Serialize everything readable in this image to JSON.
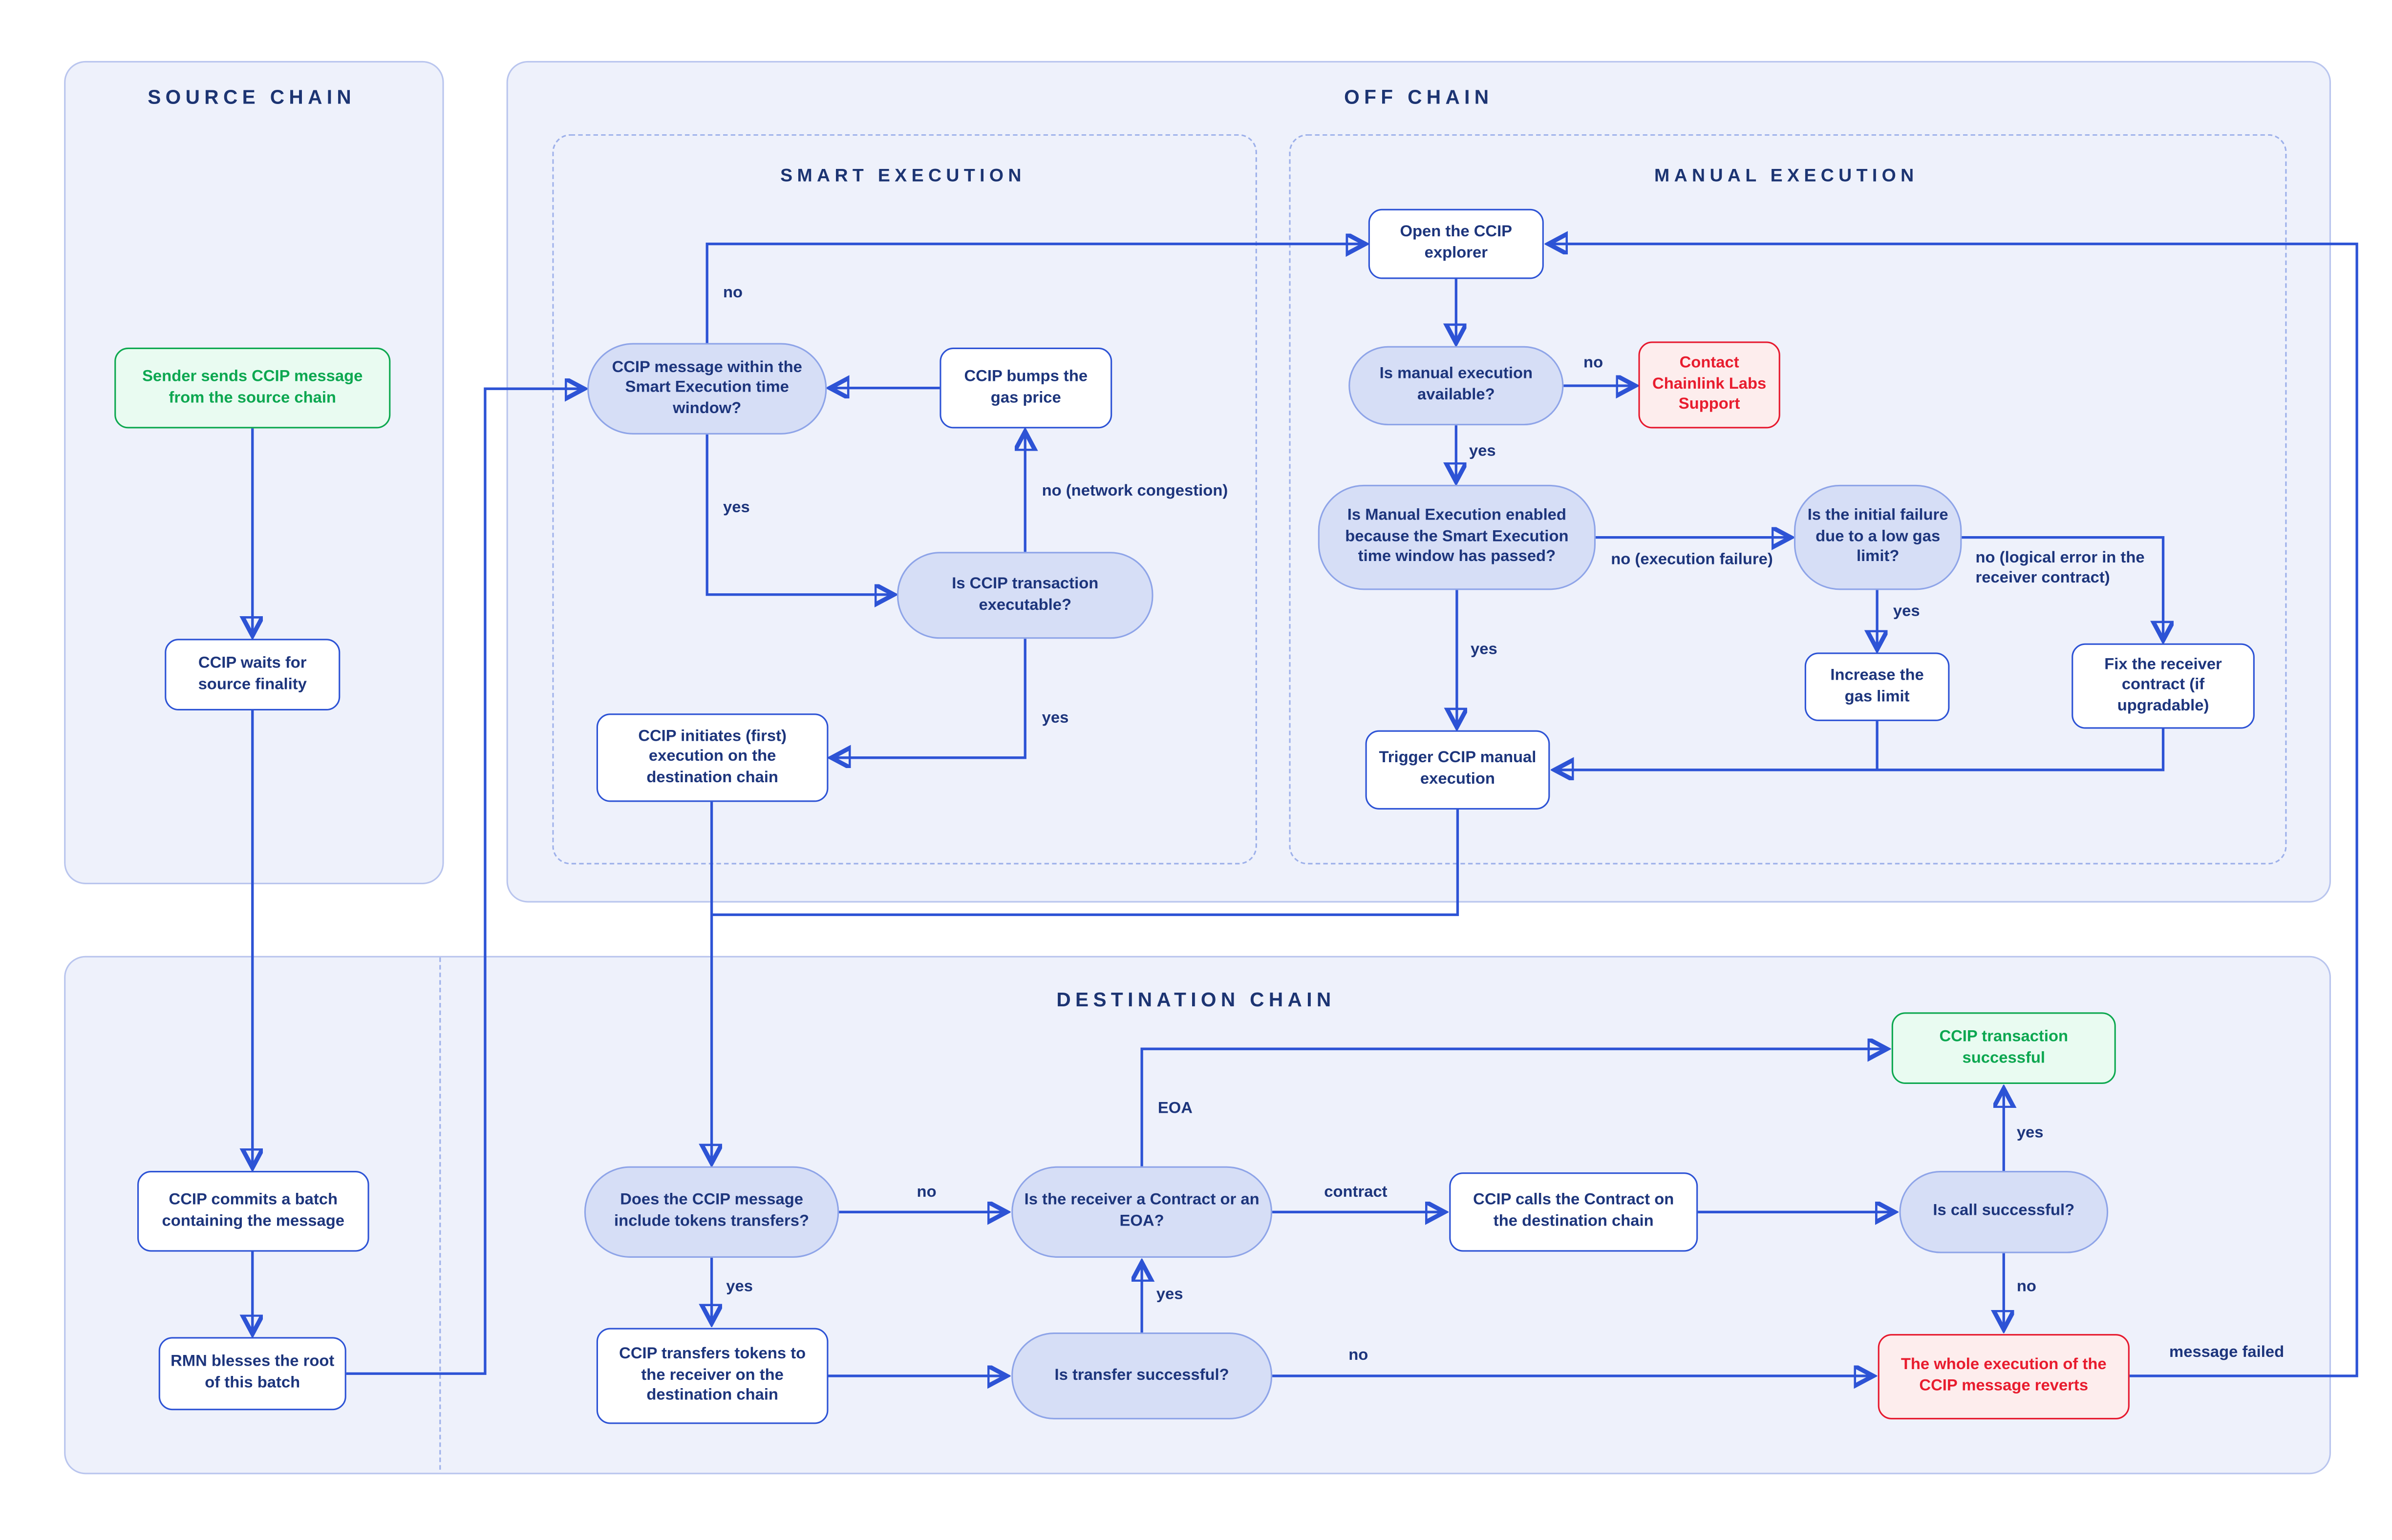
{
  "panels": {
    "source": "SOURCE CHAIN",
    "off": "OFF CHAIN",
    "smart": "SMART EXECUTION",
    "manual": "MANUAL EXECUTION",
    "destination": "DESTINATION CHAIN"
  },
  "nodes": {
    "sender": "Sender sends CCIP message from the source chain",
    "waits": "CCIP waits for source finality",
    "commits": "CCIP commits a batch containing the message",
    "rmn": "RMN blesses the root of this batch",
    "smart_window": "CCIP message within the Smart Execution time window?",
    "bumps": "CCIP bumps the gas price",
    "executable": "Is CCIP transaction executable?",
    "initiates": "CCIP initiates (first) execution on the destination chain",
    "open_explorer": "Open the CCIP explorer",
    "manual_available": "Is manual execution available?",
    "contact_support": "Contact Chainlink Labs Support",
    "manual_enabled": "Is Manual Execution enabled because the Smart Execution time window has passed?",
    "low_gas": "Is the initial failure due to a low gas limit?",
    "increase_gas": "Increase the gas limit",
    "fix_receiver": "Fix the receiver contract (if upgradable)",
    "trigger_manual": "Trigger CCIP manual execution",
    "tokens": "Does the CCIP message include tokens transfers?",
    "receiver": "Is the receiver a Contract or an EOA?",
    "calls_contract": "CCIP calls the Contract on the destination chain",
    "call_success": "Is call successful?",
    "tx_success": "CCIP transaction successful",
    "transfers_tokens": "CCIP transfers tokens to the receiver on the destination chain",
    "transfer_success": "Is transfer successful?",
    "reverts": "The whole execution of the CCIP message reverts"
  },
  "edge_labels": {
    "no_window": "no",
    "yes_window": "yes",
    "no_congestion": "no (network congestion)",
    "yes_executable": "yes",
    "no_manual": "no",
    "yes_manual": "yes",
    "no_exec_failure": "no (execution failure)",
    "yes_enabled": "yes",
    "yes_low_gas": "yes",
    "no_logical": "no (logical error in the receiver contract)",
    "no_tokens": "no",
    "yes_tokens": "yes",
    "eoa": "EOA",
    "contract": "contract",
    "yes_call": "yes",
    "no_call": "no",
    "yes_transfer": "yes",
    "no_transfer": "no",
    "message_failed": "message failed"
  },
  "colors": {
    "line_blue": "#2d53d5",
    "navy_text": "#1d357c",
    "title_navy": "#1c3472",
    "decision_fill": "#d6def6",
    "decision_border": "#8ea4e8",
    "panel_fill": "#eef1fb",
    "green": "#0da84f",
    "red": "#e6192e"
  }
}
